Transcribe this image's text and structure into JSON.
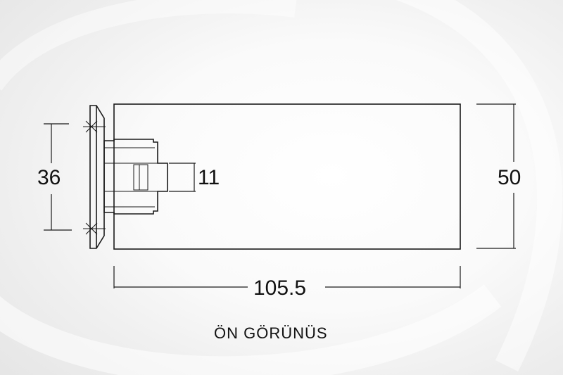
{
  "drawing": {
    "dimensions": {
      "height_outer": "50",
      "height_mount": "36",
      "hole": "11",
      "width": "105.5"
    },
    "caption": "ÖN GÖRÜNÜS"
  },
  "colors": {
    "line": "#1a1a1a",
    "background": "#f5f5f5"
  }
}
